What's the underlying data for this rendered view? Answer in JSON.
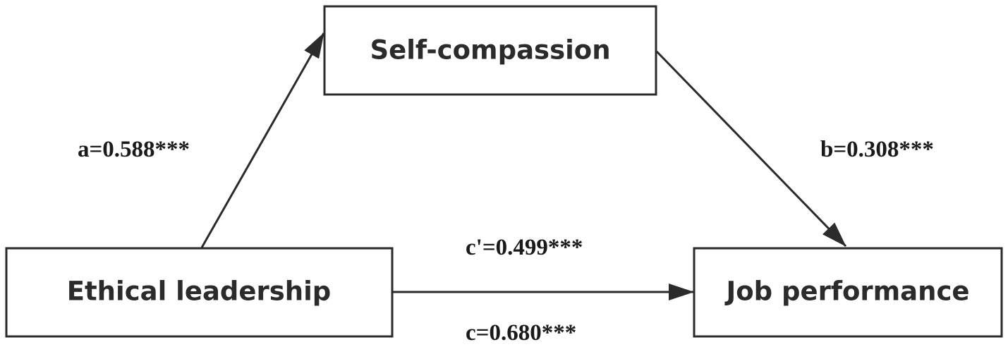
{
  "nodes": {
    "mediator": {
      "label": "Self-compassion"
    },
    "predictor": {
      "label": "Ethical leadership"
    },
    "outcome": {
      "label": "Job performance"
    }
  },
  "paths": {
    "a": {
      "label": "a=0.588***"
    },
    "b": {
      "label": "b=0.308***"
    },
    "c_prime": {
      "label": "c'=0.499***"
    },
    "c": {
      "label": "c=0.680***"
    }
  },
  "colors": {
    "stroke": "#2b2b2b",
    "text": "#1a1a1a",
    "background": "#ffffff"
  }
}
